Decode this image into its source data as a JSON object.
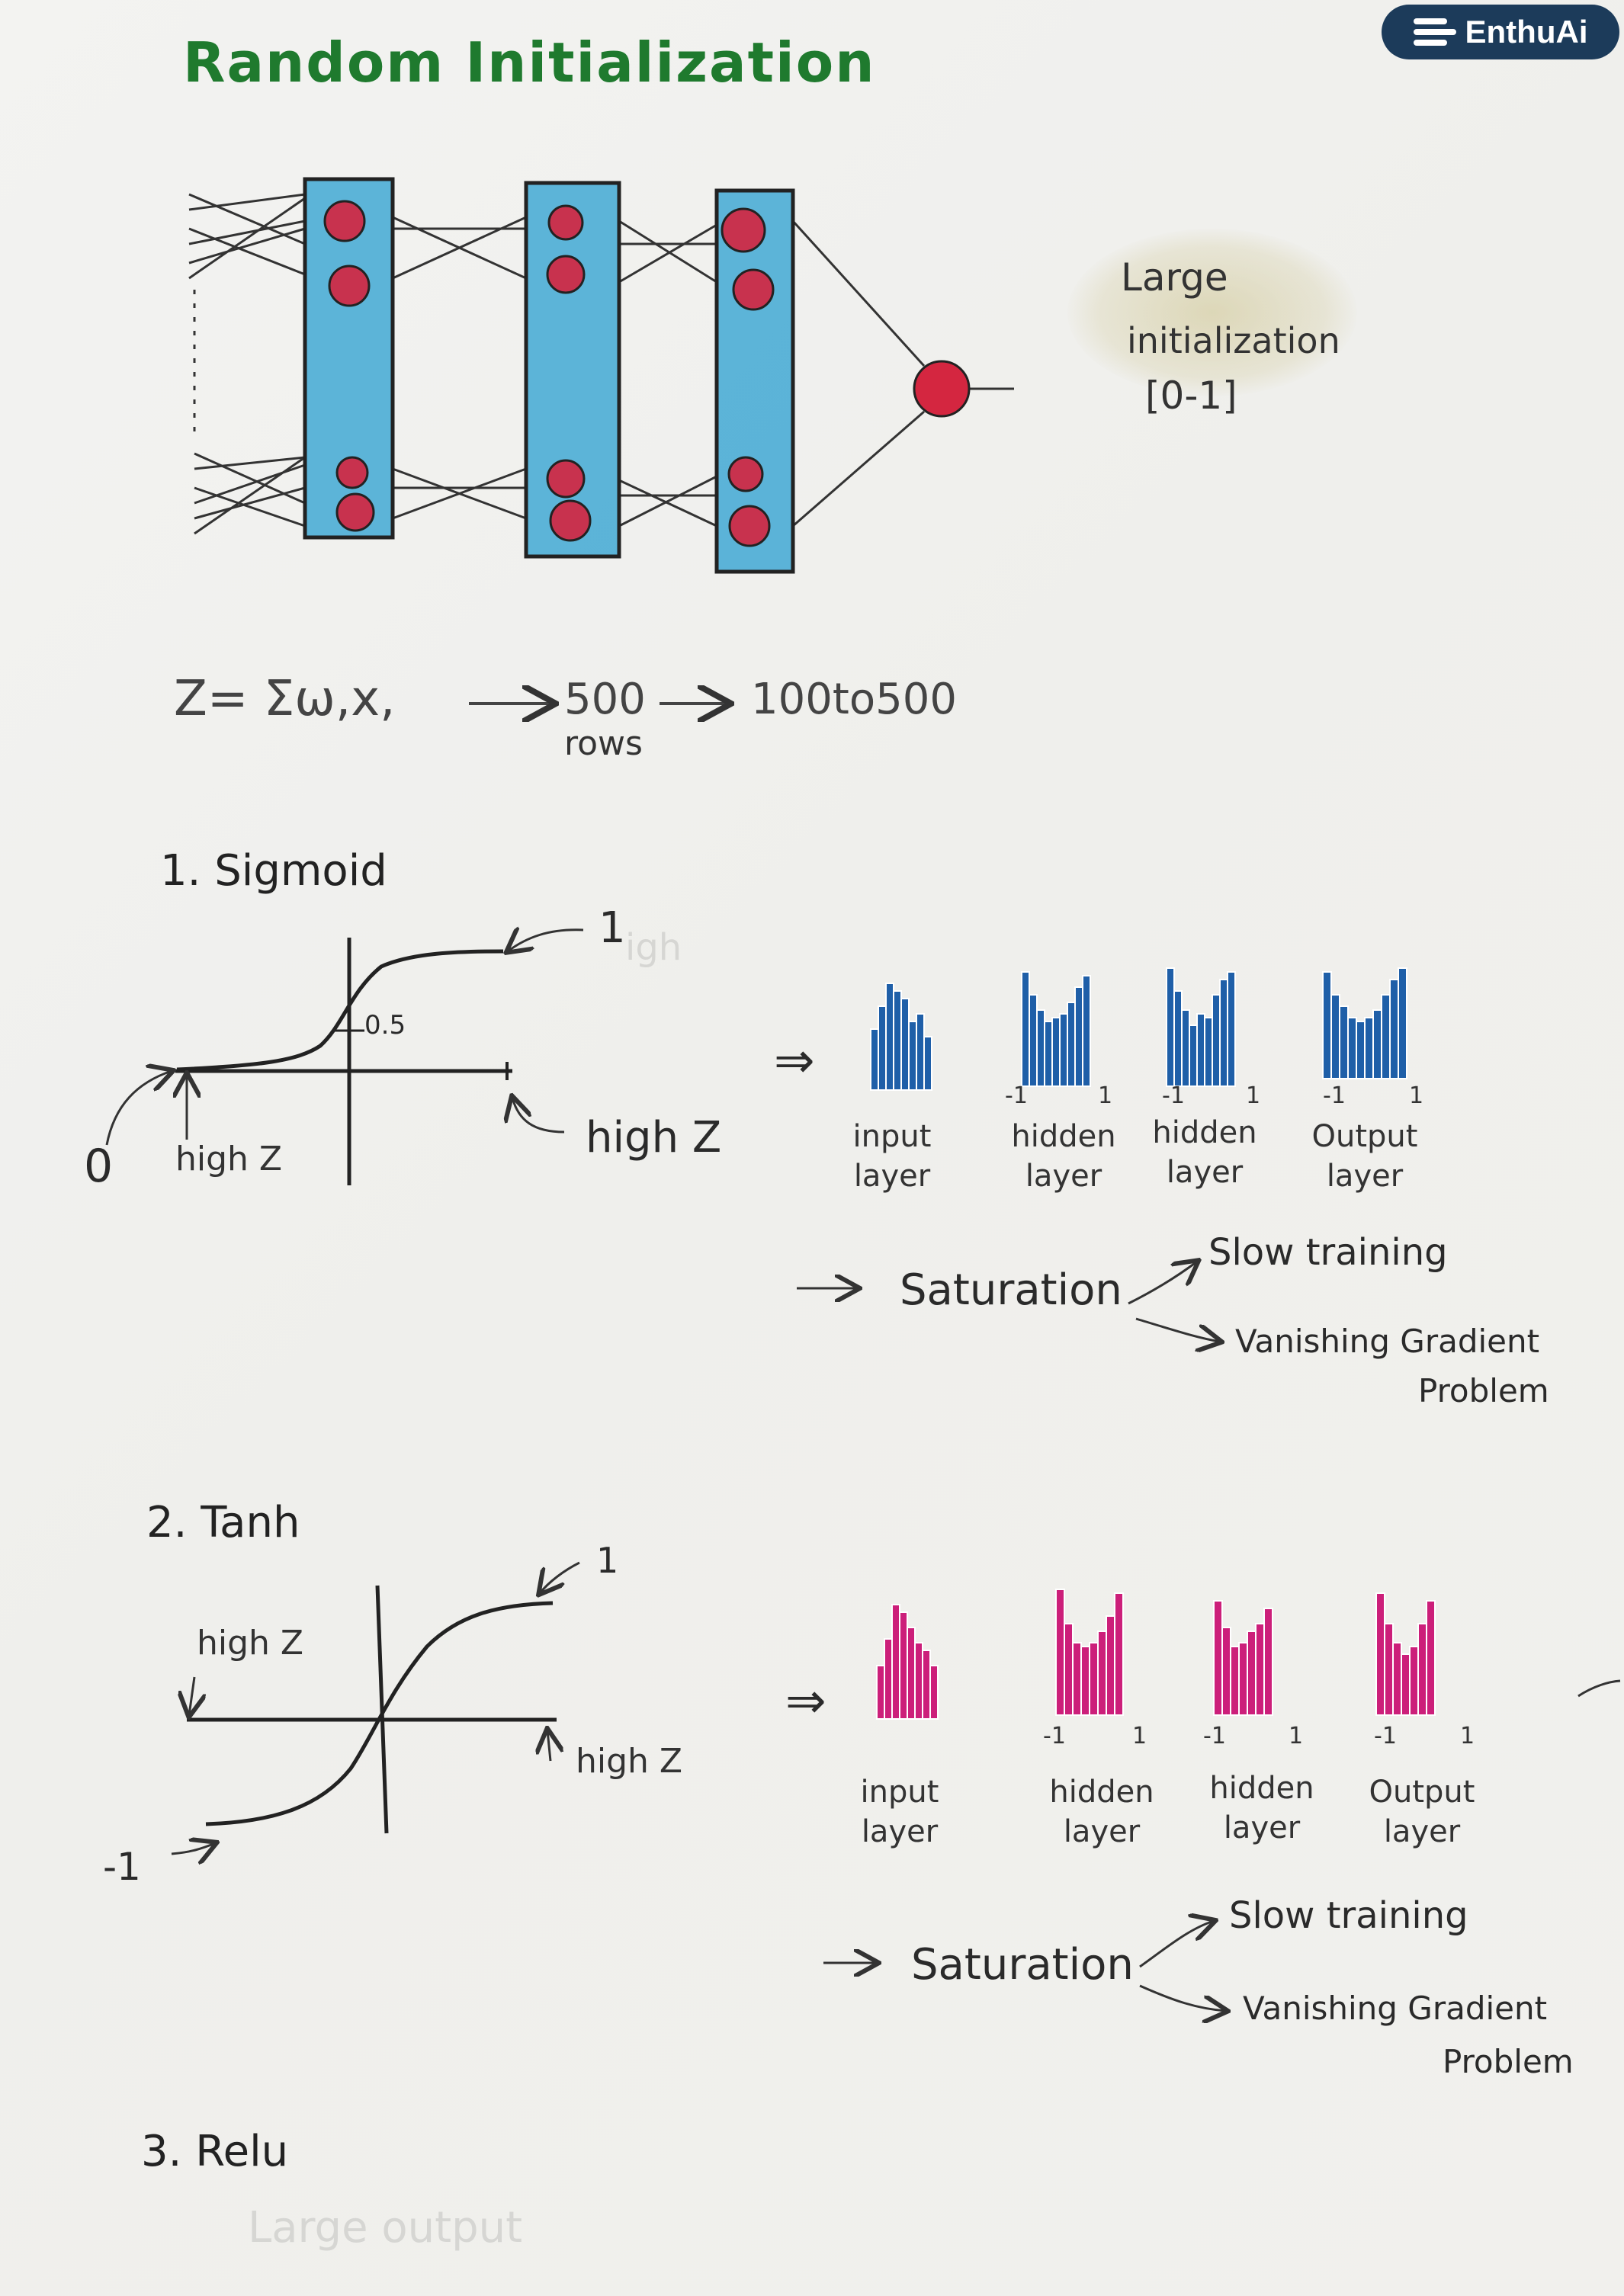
{
  "title": "Random Initialization",
  "brand": {
    "name": "EnthuAi",
    "color": "#1c3b5a"
  },
  "colors": {
    "title": "#1f7a2e",
    "neuron": "#c8324e",
    "layer_fill": "#2a9fd0",
    "sigmoid_hist": "#1f5fa8",
    "tanh_hist": "#cc1f7a"
  },
  "network_note": {
    "line1": "Large",
    "line2": "initialization",
    "line3": "[0-1]"
  },
  "equation": {
    "formula": "Z= Σω,x,",
    "rows_value": "500",
    "rows_label": "rows",
    "range": "100to500"
  },
  "section1": {
    "heading": "1.  Sigmoid",
    "graph": {
      "top_value": "1",
      "mid_value": "0.5",
      "bottom_value": "0",
      "left_label": "high Z",
      "right_label": "high Z",
      "faint": "igh"
    },
    "implies": "⇒",
    "tick_left": "-1",
    "tick_right": "1",
    "layers": [
      {
        "line1": "input",
        "line2": "layer"
      },
      {
        "line1": "hidden",
        "line2": "layer"
      },
      {
        "line1": "hidden",
        "line2": "layer"
      },
      {
        "line1": "Output",
        "line2": "layer"
      }
    ],
    "saturation": {
      "arrow": "→",
      "label": "Saturation",
      "effect1": "Slow training",
      "effect2_line1": "Vanishing Gradient",
      "effect2_line2": "Problem"
    }
  },
  "section2": {
    "heading": "2.  Tanh",
    "graph": {
      "top_value": "1",
      "bottom_value": "-1",
      "left_label": "high Z",
      "right_label": "high Z"
    },
    "implies": "⇒",
    "tick_left": "-1",
    "tick_right": "1",
    "layers": [
      {
        "line1": "input",
        "line2": "layer"
      },
      {
        "line1": "hidden",
        "line2": "layer"
      },
      {
        "line1": "hidden",
        "line2": "layer"
      },
      {
        "line1": "Output",
        "line2": "layer"
      }
    ],
    "saturation": {
      "arrow": "→",
      "label": "Saturation",
      "effect1": "Slow training",
      "effect2_line1": "Vanishing Gradient",
      "effect2_line2": "Problem"
    }
  },
  "section3": {
    "heading": "3.  Relu",
    "faint_note": "Large output"
  }
}
